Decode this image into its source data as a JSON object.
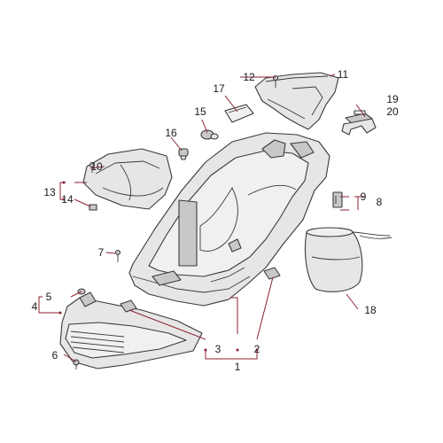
{
  "callouts": {
    "c1": "1",
    "c2": "2",
    "c3": "3",
    "c4": "4",
    "c5": "5",
    "c6": "6",
    "c7": "7",
    "c8": "8",
    "c9": "9",
    "c10": "10",
    "c11": "11",
    "c12": "12",
    "c13": "13",
    "c14": "14",
    "c15": "15",
    "c16": "16",
    "c17": "17",
    "c18": "18",
    "c19": "19",
    "c20": "20"
  },
  "colors": {
    "leader": "#8b2232",
    "outline": "#3a3a3a",
    "part_fill": "#e6e6e6"
  }
}
